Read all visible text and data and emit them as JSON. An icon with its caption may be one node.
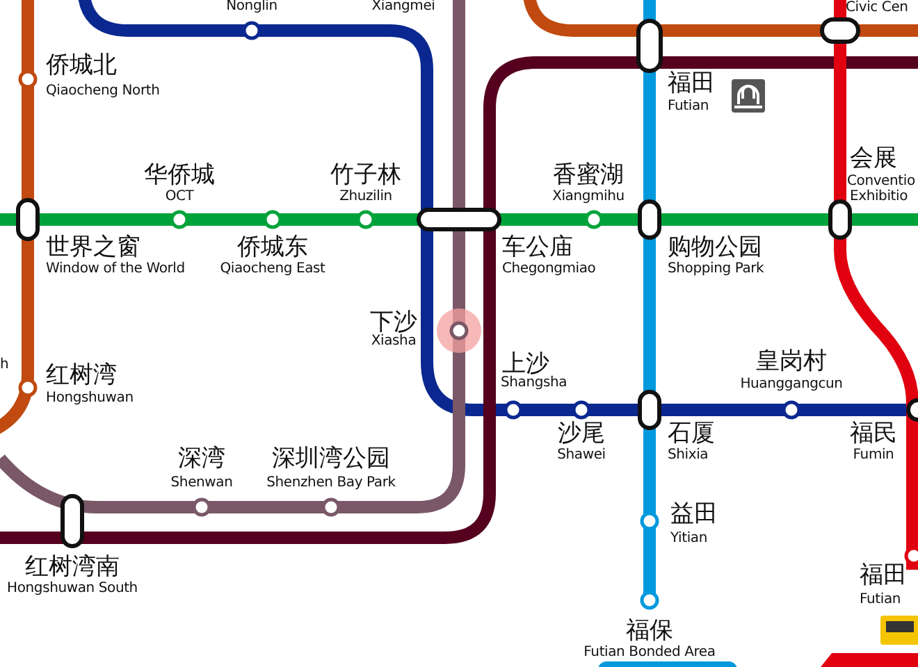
{
  "diagram": {
    "labels": [
      "Nonglin",
      "Xiangmei",
      "Civic Cen",
      "侨城北",
      "Qiaocheng North",
      "福田",
      "Futian",
      "华侨城",
      "OCT",
      "竹子林",
      "Zhuzilin",
      "香蜜湖",
      "Xiangmihu",
      "会展",
      "Conventio",
      "Exhibitio",
      "世界之窗",
      "Window of the World",
      "侨城东",
      "Qiaocheng East",
      "车公庙",
      "Chegongmiao",
      "购物公园",
      "Shopping Park",
      "下沙",
      "Xiasha",
      "上沙",
      "Shangsha",
      "皇岗村",
      "Huanggangcun",
      "h",
      "红树湾",
      "Hongshuwan",
      "沙尾",
      "Shawei",
      "石厦",
      "Shixia",
      "福民",
      "Fumin",
      "深湾",
      "Shenwan",
      "深圳湾公园",
      "Shenzhen Bay Park",
      "益田",
      "Yitian",
      "红树湾南",
      "Hongshuwan South",
      "福田",
      "Futian",
      "福保",
      "Futian Bonded Area"
    ]
  }
}
